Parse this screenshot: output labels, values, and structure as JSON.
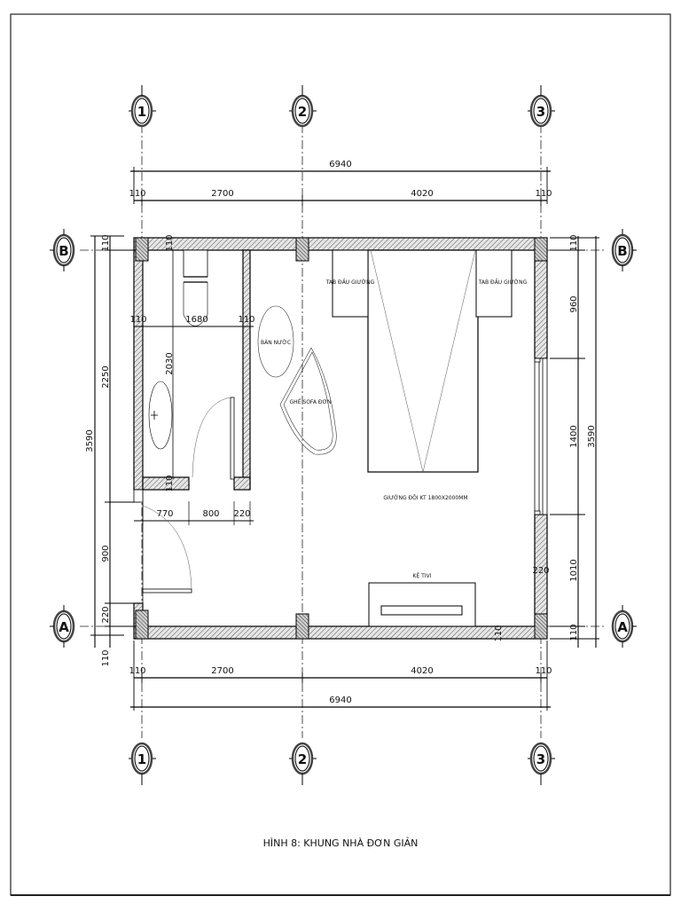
{
  "drawing": {
    "caption": "HÌNH 8: KHUNG NHÀ ĐƠN GIẢN",
    "grid_axes": {
      "columns": [
        "1",
        "2",
        "3"
      ],
      "rows": [
        "B",
        "A"
      ]
    },
    "dimensions": {
      "top": {
        "overall": "6940",
        "left_wall": "110",
        "bay_1_2": "2700",
        "bay_2_3": "4020",
        "right_wall": "110"
      },
      "bottom": {
        "overall": "6940",
        "left_wall": "110",
        "bay_1_2": "2700",
        "bay_2_3": "4020",
        "right_wall": "110"
      },
      "left": {
        "overall": "3590",
        "top_wall": "110",
        "upper": "2250",
        "middle": "900",
        "lower": "220",
        "bottom_wall": "110"
      },
      "right": {
        "overall": "3590",
        "top_wall": "110",
        "upper": "960",
        "window": "1400",
        "lower": "1010",
        "bottom_wall": "110",
        "pier": "220"
      },
      "bathroom": {
        "wall_left": "110",
        "width": "1680",
        "wall_right": "110",
        "depth": "2030",
        "wall_top": "110",
        "wall_bottom": "110",
        "door_left": "770",
        "door_width": "800",
        "door_right": "220"
      },
      "tv_wall": "110"
    },
    "room_labels": {
      "nightstand_left": "TAB ĐẦU GIƯỜNG",
      "nightstand_right": "TAB ĐẦU GIƯỜNG",
      "bed": "GIƯỜNG ĐÔI KT 1800X2000MM",
      "water_table": "BÀN NƯỚC",
      "sofa": "GHẾ SOFA ĐƠN",
      "tv_shelf": "KỆ TIVI"
    }
  }
}
